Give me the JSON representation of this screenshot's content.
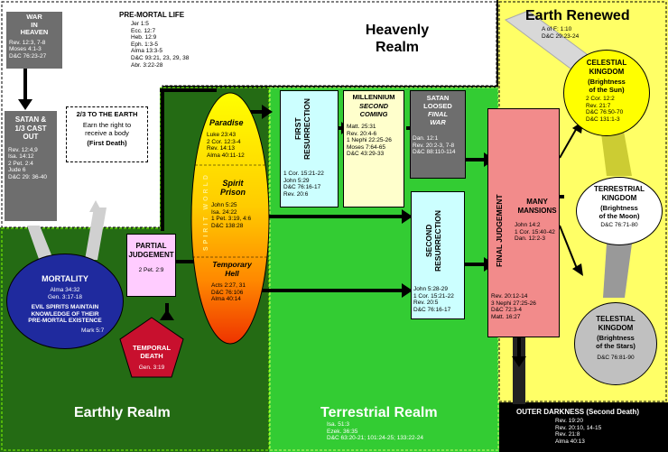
{
  "realms": {
    "heavenly": "Heavenly\nRealm",
    "earthly": "Earthly Realm",
    "terrestrial": "Terrestrial Realm",
    "renewed": "Earth Renewed"
  },
  "war_in_heaven": {
    "title": "WAR\nIN\nHEAVEN",
    "refs": "Rev. 12:3, 7-8\nMoses 4:1-3\nD&C 76:23-27"
  },
  "pre_mortal": {
    "title": "PRE-MORTAL LIFE",
    "refs": "Jer 1:5\nEcc. 12:7\nHeb. 12:9\nEph. 1:3-5\nAlma 13:3-5\nD&C 93:21, 23, 29, 38\nAbr. 3:22-28"
  },
  "satan_cast_out": {
    "title": "SATAN &\n1/3 CAST\nOUT",
    "refs": "Rev. 12:4,9\nIsa. 14:12\n2 Pet. 2:4\nJude 6\nD&C 29: 36-40"
  },
  "two_thirds": {
    "title": "2/3 TO THE EARTH",
    "body": "Earn the right to\nreceive a body",
    "note": "(First Death)"
  },
  "mortality": {
    "title": "MORTALITY",
    "refs": "Alma 34:32\nGen. 3:17-18",
    "body": "EVIL SPIRITS MAINTAIN\nKNOWLEDGE OF THEIR\nPRE-MORTAL EXISTENCE",
    "ref2": "Mark 5:7"
  },
  "temporal_death": {
    "title": "TEMPORAL\nDEATH",
    "ref": "Gen. 3:19"
  },
  "partial_judgement": {
    "title": "PARTIAL\nJUDGEMENT",
    "ref": "2 Pet. 2:9"
  },
  "spirit_world": {
    "side_label": "SPIRIT WORLD",
    "paradise": {
      "title": "Paradise",
      "refs": "Luke 23:43\n2 Cor. 12:3-4\nRev. 14:13\nAlma 40:11-12"
    },
    "prison": {
      "title": "Spirit\nPrison",
      "refs": "John 5:25\nIsa. 24:22\n1 Pet. 3:19, 4:6\nD&C 138:28"
    },
    "hell": {
      "title": "Temporary\nHell",
      "refs": "Acts 2:27, 31\nD&C 76:106\nAlma 40:14"
    }
  },
  "first_resurrection": {
    "title": "FIRST\nRESURRECTION",
    "refs": "1 Cor. 15:21-22\nJohn 5:29\nD&C 76:16-17\nRev. 20:6"
  },
  "millennium": {
    "title": "MILLENNIUM",
    "subtitle": "SECOND\nCOMING",
    "refs": "Matt. 25:31\nRev. 20:4-6\n1 Nephi 22:25-26\nMoses 7:64-65\nD&C 43:29-33"
  },
  "satan_loosed": {
    "title": "SATAN\nLOOSED",
    "subtitle": "FINAL\nWAR",
    "refs": "Dan. 12:1\nRev. 20:2-3, 7-8\nD&C 88:110-114"
  },
  "second_resurrection": {
    "title": "SECOND\nRESURRECTION",
    "refs": "John 5:28-29\n1 Cor. 15:21-22\nRev. 20:5\nD&C 76:16-17"
  },
  "final_judgement": {
    "title": "FINAL JUDGEMENT",
    "refs": "Rev. 20:12-14\n3 Nephi 27:25-26\nD&C 72:3-4\nMatt. 16:27"
  },
  "many_mansions": {
    "title": "MANY\nMANSIONS",
    "refs": "John 14:2\n1 Cor. 15:40-42\nDan. 12:2-3"
  },
  "earth_renewed_refs": "A of F: 1:10\nD&C 29:23-24",
  "celestial": {
    "title": "CELESTIAL\nKINGDOM",
    "subtitle": "(Brightness\nof the Sun)",
    "refs": "2 Cor. 12:2\nRev. 21:7\nD&C 76:50-70\nD&C 131:1-3"
  },
  "terrestrial_kingdom": {
    "title": "TERRESTRIAL\nKINGDOM",
    "subtitle": "(Brightness\nof the Moon)",
    "refs": "D&C 76:71-80"
  },
  "telestial": {
    "title": "TELESTIAL\nKINGDOM",
    "subtitle": "(Brightness\nof the Stars)",
    "refs": "D&C 76:81-90"
  },
  "terrestrial_realm_refs": "Isa. 51:3\nEzek. 36:35\nD&C 63:20-21; 101:24-25; 133:22-24",
  "outer_darkness": {
    "title": "OUTER DARKNESS (Second Death)",
    "refs": "Rev. 19:20\nRev. 20:10, 14-15\nRev. 21:8\nAlma 40:13"
  },
  "colors": {
    "heavenly": "#ffffff",
    "earthly": "#246b14",
    "terrestrial": "#33cc33",
    "renewed": "#ffff66",
    "mortality": "#1f2a9e",
    "temporal_death": "#c8102e",
    "final_judgement": "#f28b8b",
    "resurrection": "#ccffff",
    "dark_box": "#6e6e6e"
  }
}
